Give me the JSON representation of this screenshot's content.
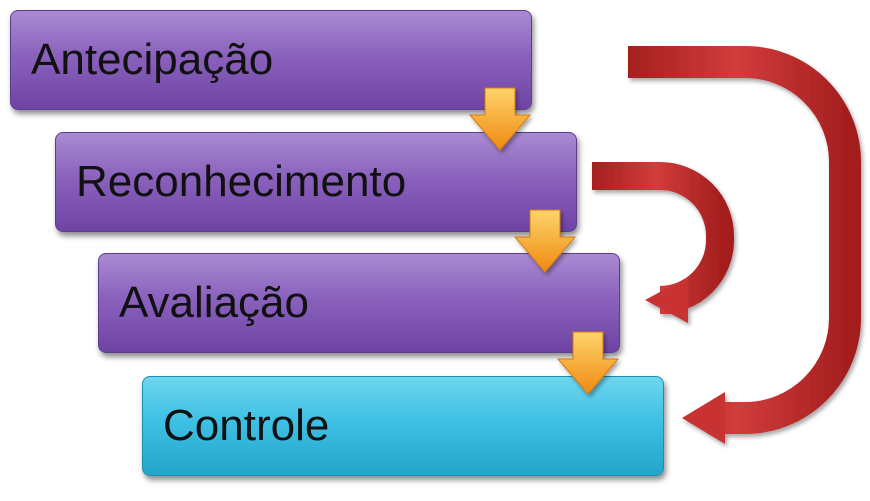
{
  "steps": [
    {
      "label": "Antecipação",
      "color": "#8a62bd"
    },
    {
      "label": "Reconhecimento",
      "color": "#8a62bd"
    },
    {
      "label": "Avaliação",
      "color": "#8a62bd"
    },
    {
      "label": "Controle",
      "color": "#3ec0e4"
    }
  ],
  "colors": {
    "flow_arrow": "#f7a823",
    "feedback_arrow": "#c83232"
  }
}
